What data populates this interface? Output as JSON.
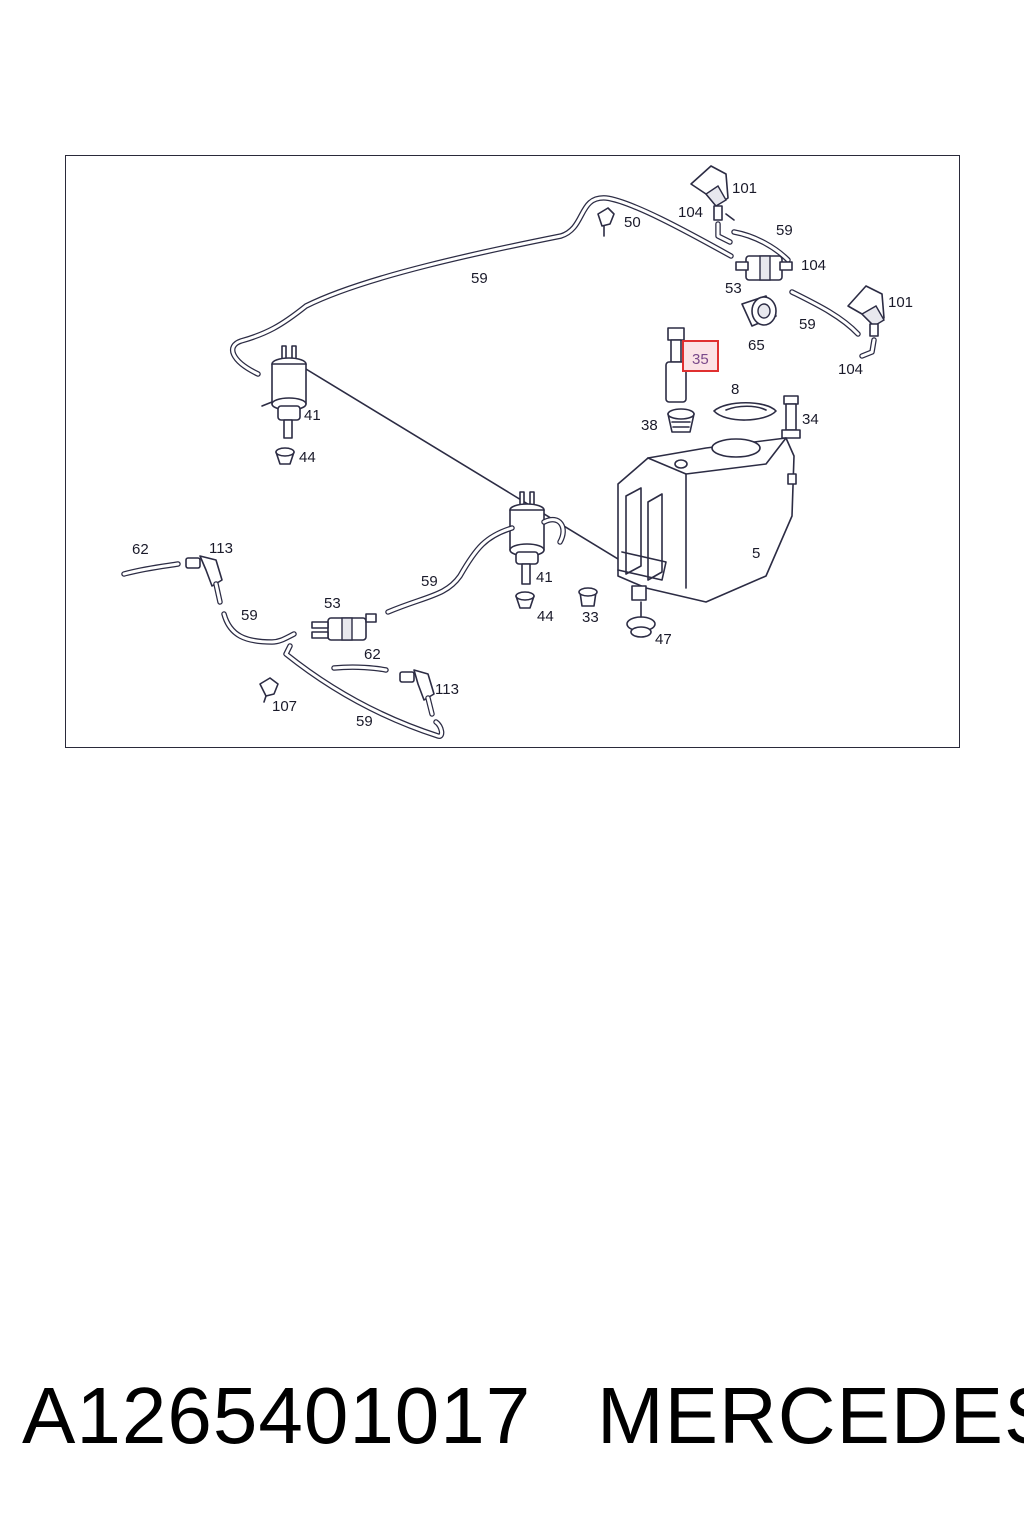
{
  "diagram": {
    "labels": {
      "l101a": "101",
      "l104a": "104",
      "l59a": "59",
      "l50": "50",
      "l59b": "59",
      "l104b": "104",
      "l53a": "53",
      "l101b": "101",
      "l59c": "59",
      "l65": "65",
      "l104c": "104",
      "l35": "35",
      "l8": "8",
      "l34": "34",
      "l38": "38",
      "l41a": "41",
      "l44a": "44",
      "l5": "5",
      "l62a": "62",
      "l113a": "113",
      "l59d": "59",
      "l53b": "53",
      "l41b": "41",
      "l59e": "59",
      "l44b": "44",
      "l33": "33",
      "l47": "47",
      "l62b": "62",
      "l113b": "113",
      "l107": "107",
      "l59f": "59"
    },
    "highlight_color": "#e03030",
    "highlight_fill": "#fbe3e6",
    "highlighted_label": "35"
  },
  "caption": {
    "part_number": "A1265401017",
    "brand": "MERCEDES"
  }
}
